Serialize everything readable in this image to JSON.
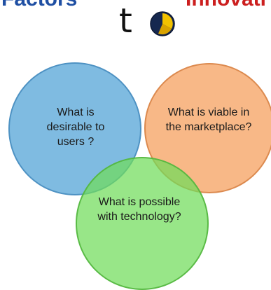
{
  "header": {
    "left_word": "Factors",
    "right_word": "Innovati",
    "logo_letters": "t",
    "logo_icon": "globe-pie-icon",
    "colors": {
      "left_word": "#1f4fa3",
      "right_word": "#cc1f1f"
    }
  },
  "venn": {
    "circles": [
      {
        "label": "What is desirable to users ?",
        "color": "#5faada"
      },
      {
        "label": "What is viable in the marketplace?",
        "color": "#f5a05f"
      },
      {
        "label": "What is possible with technology?",
        "color": "#70dc5a"
      }
    ]
  }
}
